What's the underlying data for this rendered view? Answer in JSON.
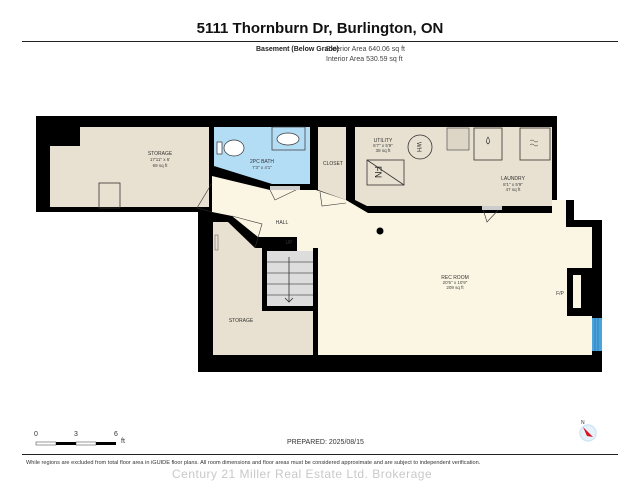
{
  "header": {
    "title": "5111 Thornburn Dr, Burlington, ON",
    "level_label": "Basement (Below Grade)",
    "exterior_area": "Exterior Area 640.06 sq ft",
    "interior_area": "Interior Area 530.59 sq ft"
  },
  "rooms": [
    {
      "name": "STORAGE",
      "dims": "17'11\" x 6'",
      "area": "69 sq ft"
    },
    {
      "name": "2PC BATH",
      "dims": "7'3\" x 4'1\"",
      "area": ""
    },
    {
      "name": "CLOSET",
      "dims": "",
      "area": ""
    },
    {
      "name": "UTILITY",
      "dims": "6'7\" x 5'9\"",
      "area": "38 sq ft"
    },
    {
      "name": "LAUNDRY",
      "dims": "8'1\" x 5'9\"",
      "area": "47 sq ft"
    },
    {
      "name": "HALL",
      "dims": "",
      "area": ""
    },
    {
      "name": "UP",
      "dims": "",
      "area": ""
    },
    {
      "name": "STORAGE",
      "dims": "",
      "area": ""
    },
    {
      "name": "REC ROOM",
      "dims": "20'5\" x 10'9\"",
      "area": "209 sq ft"
    },
    {
      "name": "F/P",
      "dims": "",
      "area": ""
    }
  ],
  "fixtures": {
    "water_heater": "WH",
    "furnace": "FN"
  },
  "colors": {
    "wall": "#000000",
    "room_fill": "#e8e0d0",
    "hall_fill": "#fbf6e3",
    "bath_fill": "#b3dcf5",
    "window": "#4aa3dd",
    "compass_needle": "#d8151f",
    "compass_ring": "#cfe6f6"
  },
  "scale": {
    "ticks": [
      "0",
      "3",
      "6"
    ],
    "unit": "ft"
  },
  "footer": {
    "prepared": "PREPARED: 2025/08/15",
    "disclaimer": "While regions are excluded from total floor area in iGUIDE floor plans. All room dimensions and floor areas must be considered approximate and are subject to independent verification.",
    "watermark": "Century 21 Miller Real Estate Ltd. Brokerage",
    "compass_label": "N"
  }
}
